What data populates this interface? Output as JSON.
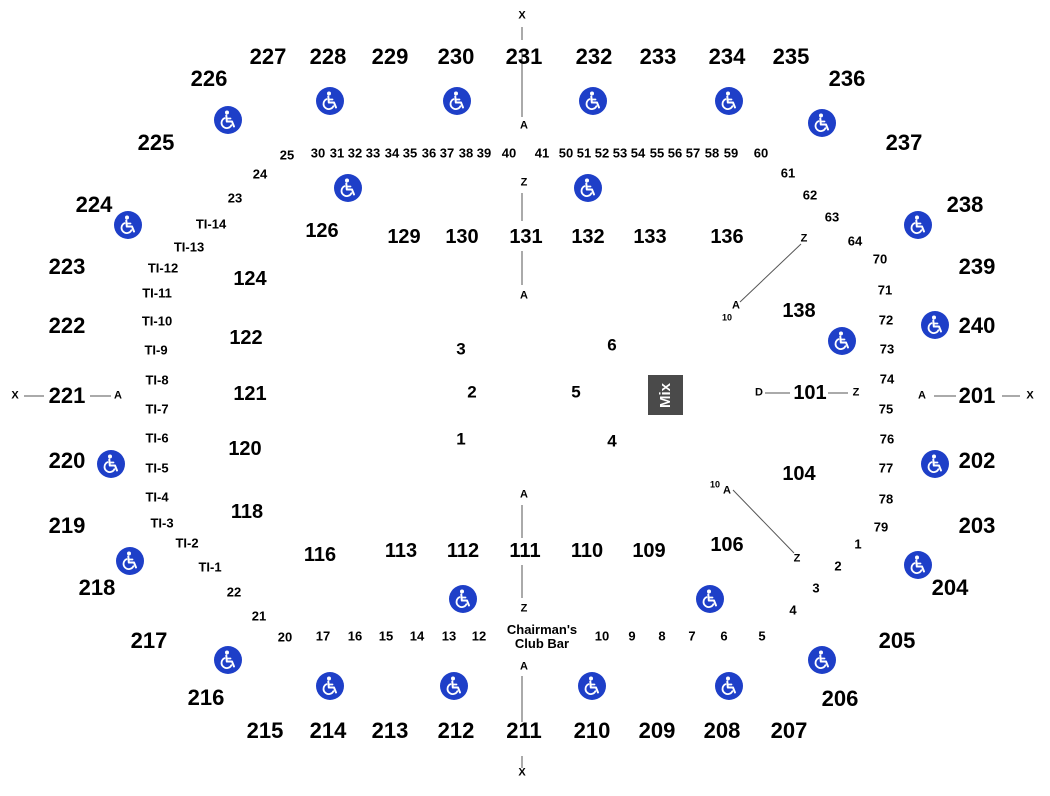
{
  "colors": {
    "accessible_icon_bg": "#1e3fc8",
    "mix_booth_bg": "#4a4a4a"
  },
  "icon_name": "wheelchair-accessible-icon",
  "upper_sections": [
    "201",
    "202",
    "203",
    "204",
    "205",
    "206",
    "207",
    "208",
    "209",
    "210",
    "211",
    "212",
    "213",
    "214",
    "215",
    "216",
    "217",
    "218",
    "219",
    "220",
    "221",
    "222",
    "223",
    "224",
    "225",
    "226",
    "227",
    "228",
    "229",
    "230",
    "231",
    "232",
    "233",
    "234",
    "235",
    "236",
    "237",
    "238",
    "239",
    "240"
  ],
  "lower_sections": [
    "101",
    "104",
    "106",
    "109",
    "110",
    "111",
    "112",
    "113",
    "116",
    "118",
    "120",
    "121",
    "122",
    "124",
    "126",
    "129",
    "130",
    "131",
    "132",
    "133",
    "136",
    "138"
  ],
  "floor_sections": [
    "1",
    "2",
    "3",
    "4",
    "5",
    "6"
  ],
  "row_labels": [
    "1",
    "2",
    "3",
    "4",
    "5",
    "6",
    "7",
    "8",
    "9",
    "10",
    "12",
    "13",
    "14",
    "15",
    "16",
    "17",
    "20",
    "21",
    "22",
    "23",
    "24",
    "25",
    "30",
    "31",
    "32",
    "33",
    "34",
    "35",
    "36",
    "37",
    "38",
    "39",
    "40",
    "41",
    "50",
    "51",
    "52",
    "53",
    "54",
    "55",
    "56",
    "57",
    "58",
    "59",
    "60",
    "61",
    "62",
    "63",
    "64",
    "70",
    "71",
    "72",
    "73",
    "74",
    "75",
    "76",
    "77",
    "78",
    "79"
  ],
  "ti_rows": [
    "TI-1",
    "TI-2",
    "TI-3",
    "TI-4",
    "TI-5",
    "TI-6",
    "TI-7",
    "TI-8",
    "TI-9",
    "TI-10",
    "TI-11",
    "TI-12",
    "TI-13",
    "TI-14"
  ],
  "aisle_markers": [
    "X",
    "X",
    "X",
    "X",
    "A",
    "A",
    "A",
    "A",
    "A",
    "A",
    "A",
    "Z",
    "Z",
    "Z",
    "Z",
    "Z",
    "D",
    "A",
    "A"
  ],
  "aisle_subscripts": [
    "10",
    "10"
  ],
  "mix_label": "Mix",
  "club_bar": {
    "line1": "Chairman's",
    "line2": "Club Bar"
  },
  "accessible_icon_count": 30
}
